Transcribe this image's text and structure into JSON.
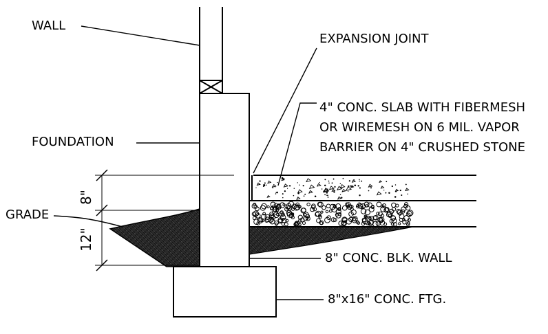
{
  "labels": {
    "wall": "WALL",
    "expansion_joint": "EXPANSION JOINT",
    "slab_line1": "4\" CONC. SLAB WITH FIBERMESH",
    "slab_line2": "OR WIREMESH ON 6 MIL. VAPOR",
    "slab_line3": "BARRIER ON 4\" CRUSHED STONE",
    "foundation": "FOUNDATION",
    "grade": "GRADE",
    "block_wall": "8\" CONC. BLK. WALL",
    "footing": "8\"x16\" CONC. FTG."
  },
  "dimensions": {
    "upper": "8\"",
    "lower": "12\""
  },
  "colors": {
    "ink": "#000000",
    "paper": "#ffffff"
  }
}
